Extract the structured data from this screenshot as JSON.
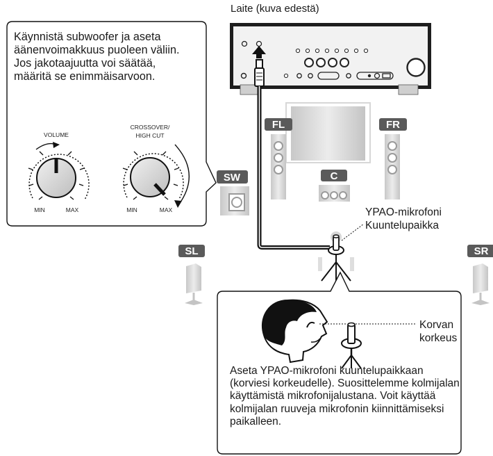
{
  "device_caption": "Laite (kuva edestä)",
  "subwoofer_instruction": "Käynnistä subwoofer ja aseta äänenvoimakkuus puoleen väliin. Jos jakotaajuutta voi säätää, määritä se enimmäisarvoon.",
  "knobs": {
    "volume": {
      "label": "VOLUME",
      "min": "MIN",
      "max": "MAX"
    },
    "crossover": {
      "label_line1": "CROSSOVER/",
      "label_line2": "HIGH CUT",
      "min": "MIN",
      "max": "MAX"
    }
  },
  "speakers": {
    "front_left": "FL",
    "front_right": "FR",
    "center": "C",
    "subwoofer": "SW",
    "surround_left": "SL",
    "surround_right": "SR"
  },
  "microphone_label": "YPAO-mikrofoni\nKuuntelupaikka",
  "ear_height_label": "Korvan\nkorkeus",
  "placement_instruction": "Aseta YPAO-mikrofoni kuuntelupaikkaan (korviesi korkeudelle). Suosittelemme kolmijalan käyttämistä mikrofonijalustana. Voit käyttää kolmijalan ruuveja mikrofonin kiinnittämiseksi paikalleen.",
  "colors": {
    "tag_background": "#5a5a5a",
    "cable": "#1a1a1a",
    "speaker_fill": "#d9d9d9"
  }
}
